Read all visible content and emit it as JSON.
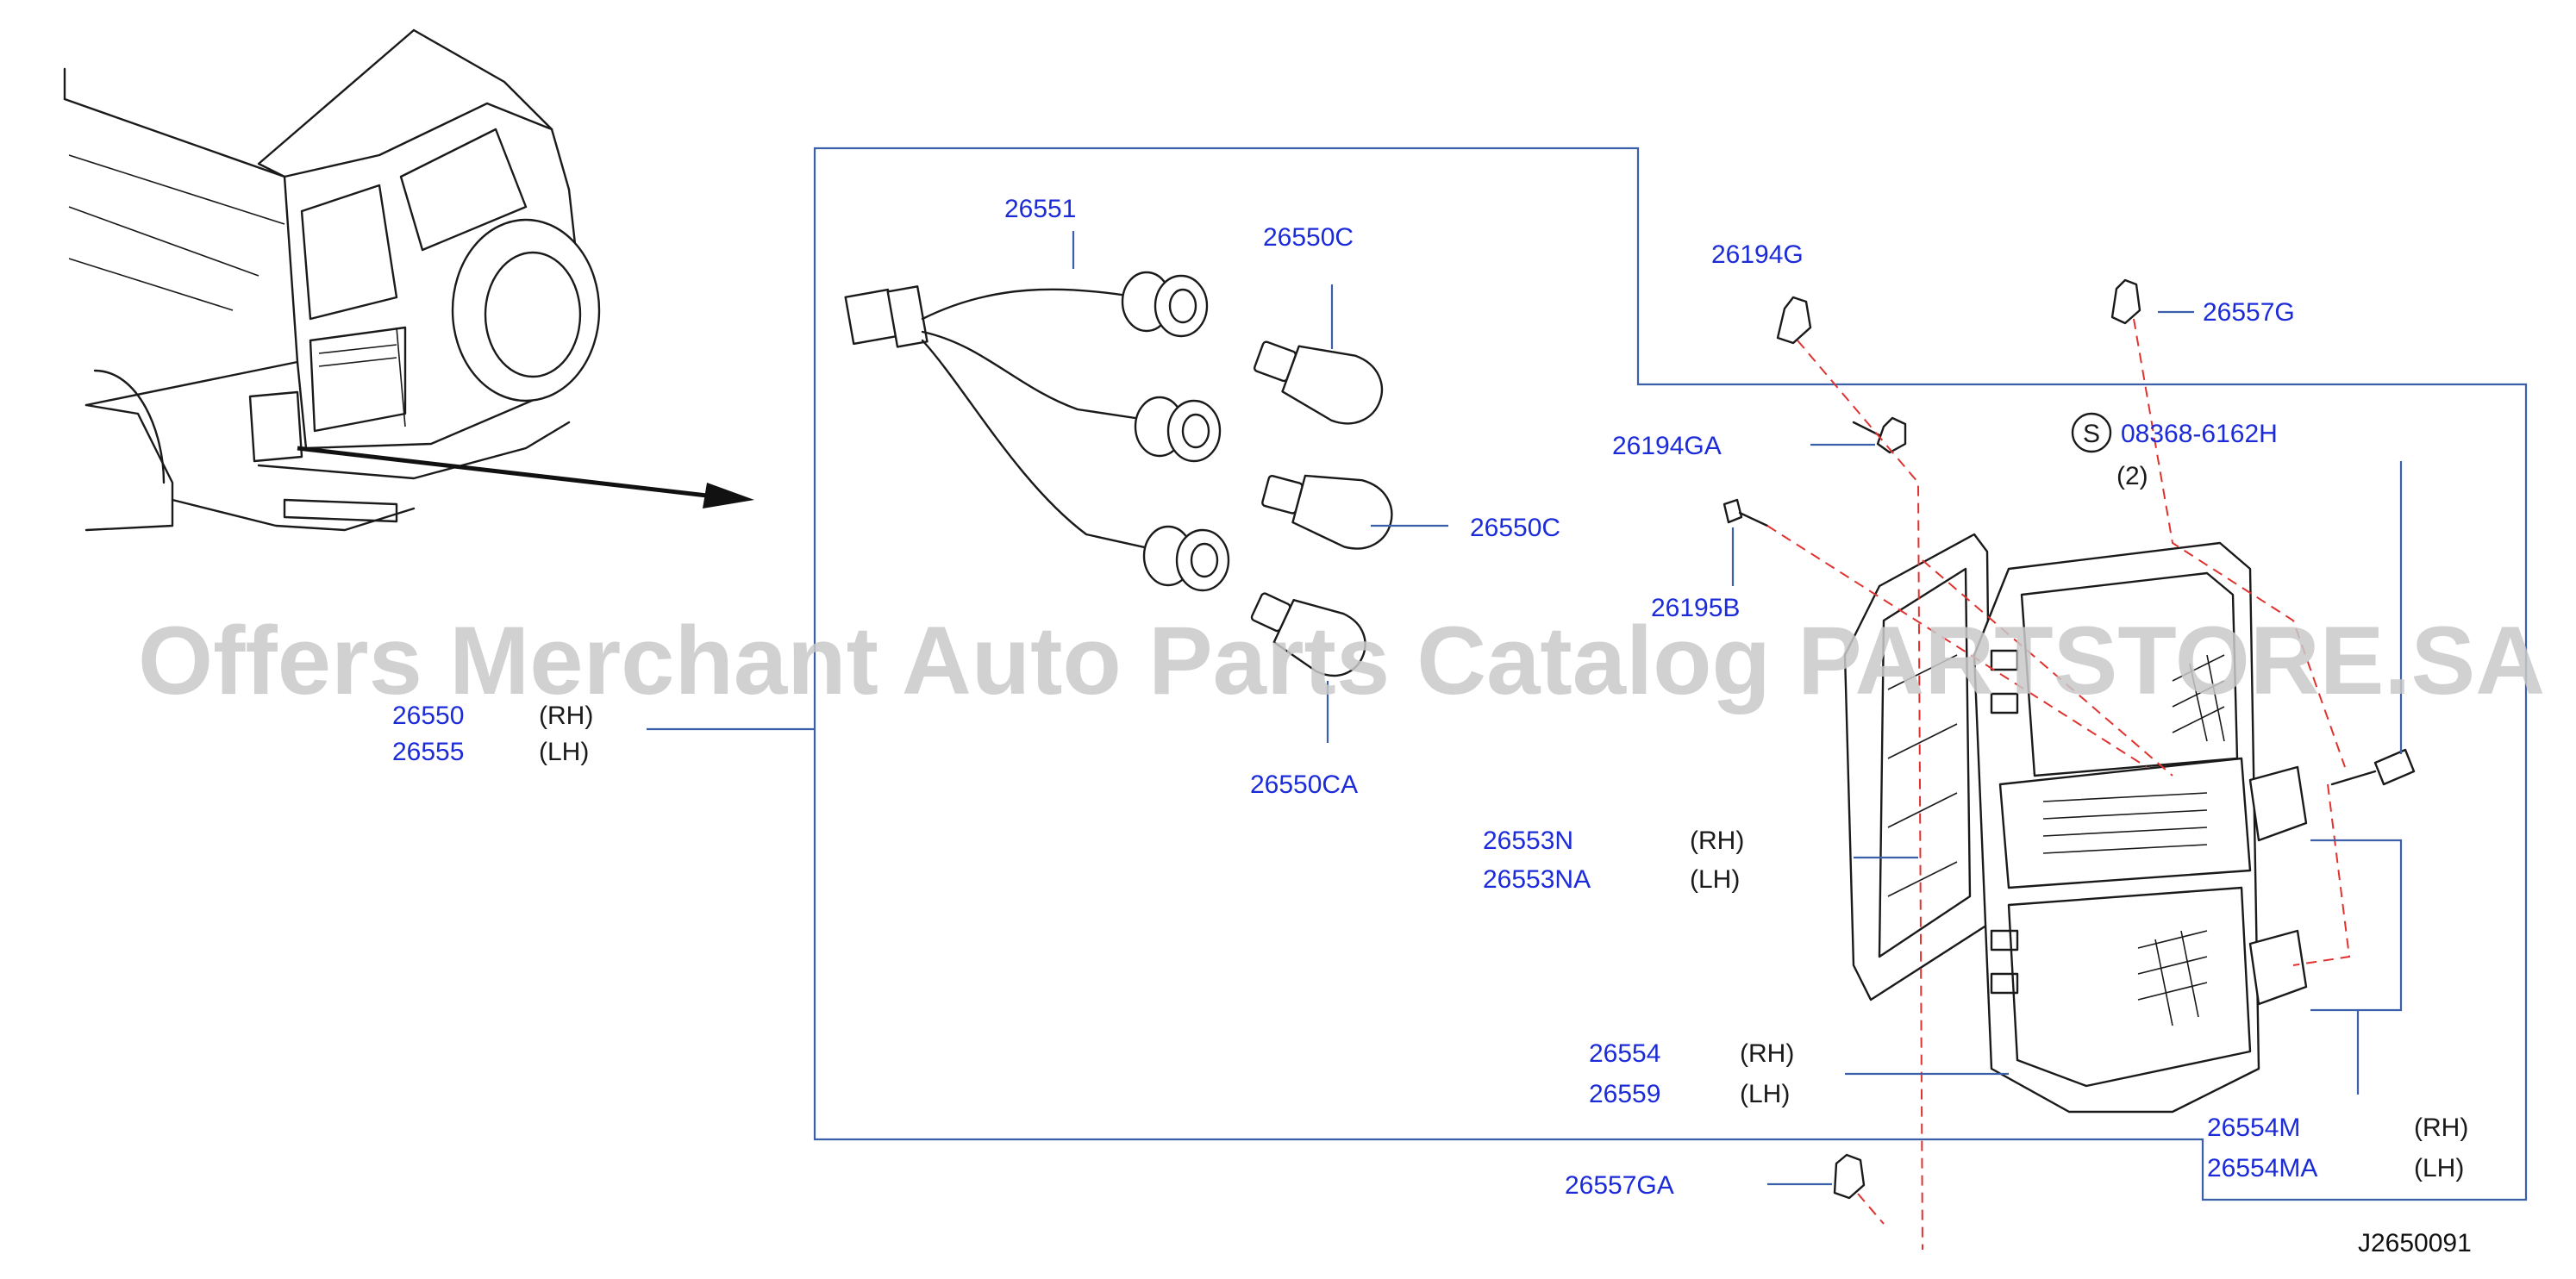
{
  "parts": {
    "p26551": "26551",
    "p26550C_a": "26550C",
    "p26550C_b": "26550C",
    "p26550CA": "26550CA",
    "p26550": "26550",
    "p26555": "26555",
    "p26194G": "26194G",
    "p26194GA": "26194GA",
    "p26195B": "26195B",
    "p26557G": "26557G",
    "p08368": "08368-6162H",
    "p26553N": "26553N",
    "p26553NA": "26553NA",
    "p26554": "26554",
    "p26559": "26559",
    "p26554M": "26554M",
    "p26554MA": "26554MA",
    "p26557GA": "26557GA"
  },
  "sides": {
    "rh": "(RH)",
    "lh": "(LH)"
  },
  "qty": "(2)",
  "standard_part_mark": "S",
  "diagram_code": "J2650091",
  "watermark": "Offers Merchant Auto Parts Catalog PARTSTORE.SA",
  "colors": {
    "part_number": "#1b2bd8",
    "leader": "#3b5fa8",
    "dashed_guide": "#e0322f",
    "watermark": "#c9c9c9"
  }
}
